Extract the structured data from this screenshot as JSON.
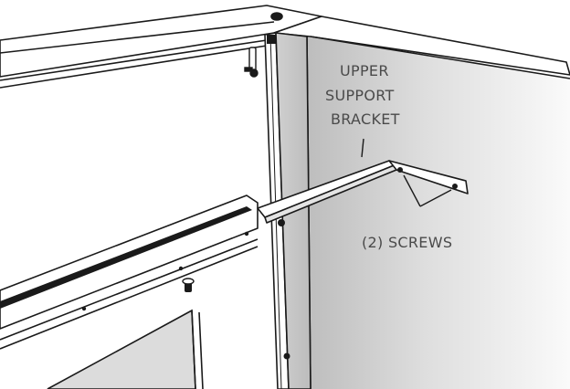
{
  "labels": {
    "bracket_line_1": "UPPER",
    "bracket_line_2": "SUPPORT",
    "bracket_line_3": "BRACKET",
    "screws": "(2) SCREWS"
  },
  "colors": {
    "line": "#1a1a1a",
    "panel_shade": "#cfcfcf",
    "panel_light": "#f6f6f6",
    "text": "#4a4a4a"
  }
}
